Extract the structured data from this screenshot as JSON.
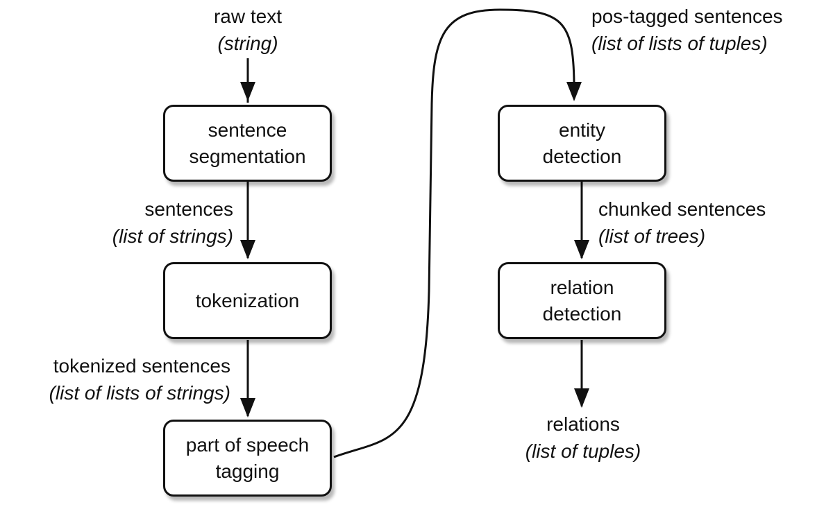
{
  "colors": {
    "stroke": "#111111",
    "background": "#ffffff",
    "text": "#111111"
  },
  "steps": {
    "sentence_segmentation": {
      "line1": "sentence",
      "line2": "segmentation"
    },
    "tokenization": {
      "line1": "tokenization"
    },
    "pos_tagging": {
      "line1": "part of speech",
      "line2": "tagging"
    },
    "entity_detection": {
      "line1": "entity",
      "line2": "detection"
    },
    "relation_detection": {
      "line1": "relation",
      "line2": "detection"
    }
  },
  "data_labels": {
    "raw_text": {
      "name": "raw text",
      "type": "(string)"
    },
    "sentences": {
      "name": "sentences",
      "type": "(list of strings)"
    },
    "tokenized_sentences": {
      "name": "tokenized sentences",
      "type": "(list of lists of strings)"
    },
    "pos_tagged_sentences": {
      "name": "pos-tagged sentences",
      "type": "(list of lists of tuples)"
    },
    "chunked_sentences": {
      "name": "chunked sentences",
      "type": "(list of trees)"
    },
    "relations": {
      "name": "relations",
      "type": "(list of tuples)"
    }
  }
}
